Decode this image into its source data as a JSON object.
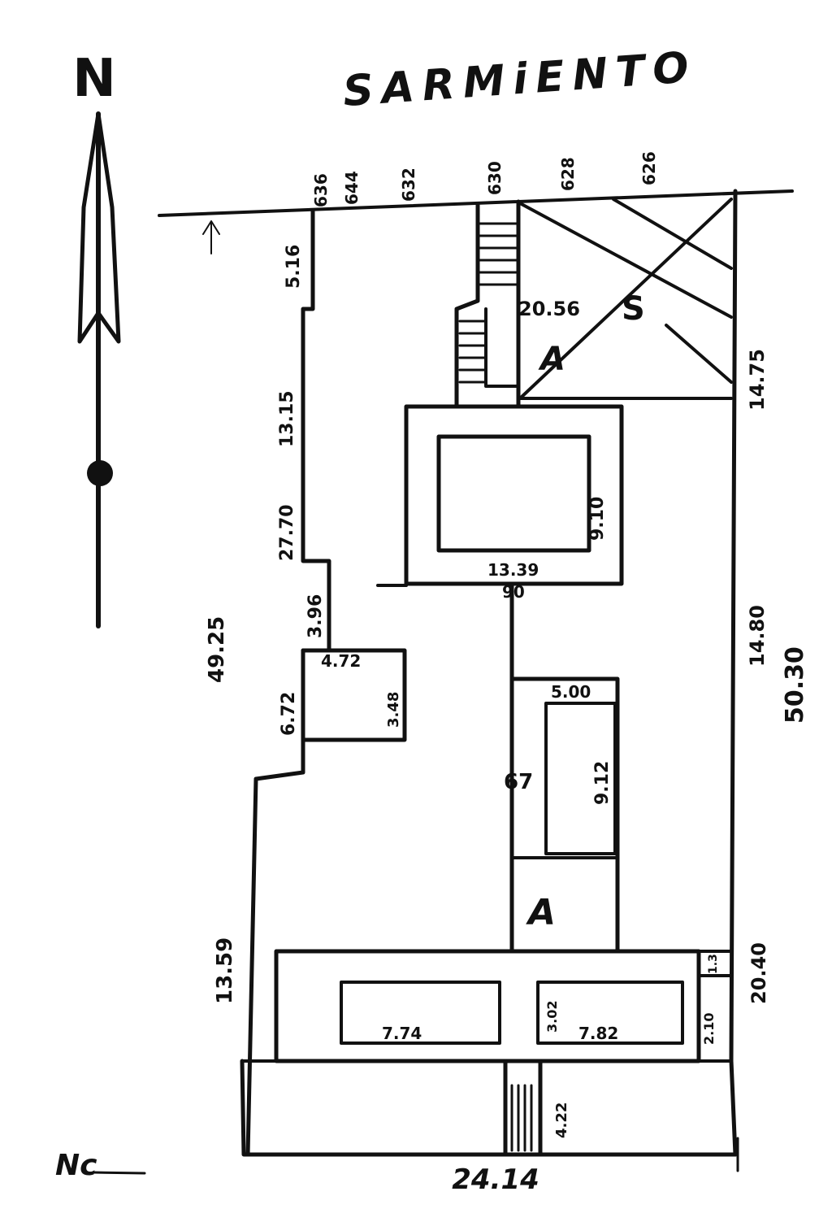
{
  "street_name": "SARMiENTO",
  "north_label": "N",
  "signature": "Nc",
  "house_numbers": [
    "636",
    "644",
    "632",
    "630",
    "628",
    "626"
  ],
  "dimensions": {
    "top_left_1": "5.16",
    "top_left_2": "13.15",
    "mid_left": "27.70",
    "small_left": "3.96",
    "left_total": "49.25",
    "small_room_left": "6.72",
    "small_room_top": "4.72",
    "small_room_right": "3.48",
    "lower_left": "13.59",
    "bottom_total": "24.14",
    "right_upper": "14.75",
    "right_mid": "14.80",
    "right_total": "50.30",
    "right_lower": "20.40",
    "hall_right": "9.10",
    "hall_bottom": "13.39",
    "hall_gap": "90",
    "corridor_room_top": "5.00",
    "corridor_room_side": "9.12",
    "corridor_mark": "67",
    "back_left_room": "7.74",
    "back_right_room_a": "3.02",
    "back_right_room_b": "7.82",
    "back_side": "2.10",
    "back_corner": "1.3",
    "stair_dim": "4.22",
    "plot_inner": "20.56"
  },
  "zone_labels": {
    "s": "S",
    "a_upper": "A",
    "a_lower": "A"
  }
}
